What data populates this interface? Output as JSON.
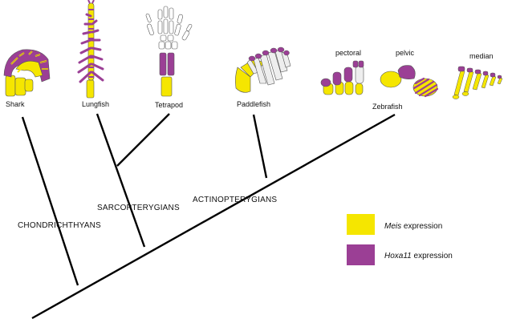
{
  "taxa": {
    "shark": "Shark",
    "lungfish": "Lungfish",
    "tetrapod": "Tetrapod",
    "paddlefish": "Paddlefish",
    "zebrafish": "Zebrafish"
  },
  "zebrafish_fins": {
    "pectoral": "pectoral",
    "pelvic": "pelvic",
    "median": "median"
  },
  "groups": {
    "chondrichthyans": "CHONDRICHTHYANS",
    "sarcopterygians": "SARCOPTERYGIANS",
    "actinopterygians": "ACTINOPTERYGIANS"
  },
  "legend": {
    "meis": {
      "gene": "Meis",
      "suffix": " expression",
      "color": "#f5e600"
    },
    "hoxa11": {
      "gene": "Hoxa11",
      "suffix": " expression",
      "color": "#9b3f95"
    }
  }
}
